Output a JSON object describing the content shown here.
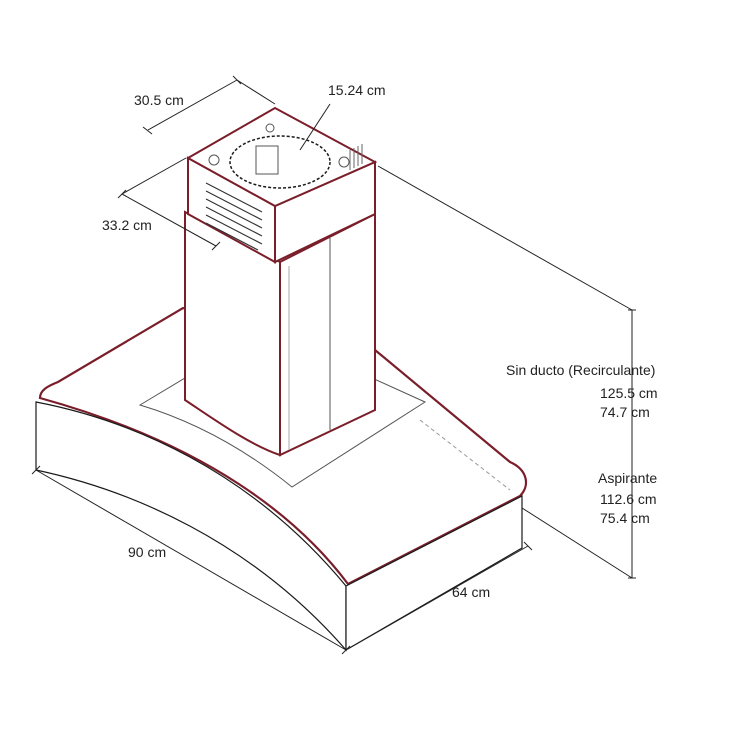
{
  "colors": {
    "outline": "#1a1a1a",
    "accent": "#7a1e2a",
    "dimension": "#222222",
    "background": "#ffffff"
  },
  "dimensions": {
    "top_depth": "30.5 cm",
    "duct_diameter": "15.24 cm",
    "top_width": "33.2 cm",
    "hood_width": "90 cm",
    "hood_depth": "64 cm"
  },
  "height_spec": {
    "ductless_title": "Sin ducto (Recirculante)",
    "ductless_max": "125.5 cm",
    "ductless_min": "74.7 cm",
    "ducted_title": "Aspirante",
    "ducted_max": "112.6 cm",
    "ducted_min": "75.4 cm"
  }
}
